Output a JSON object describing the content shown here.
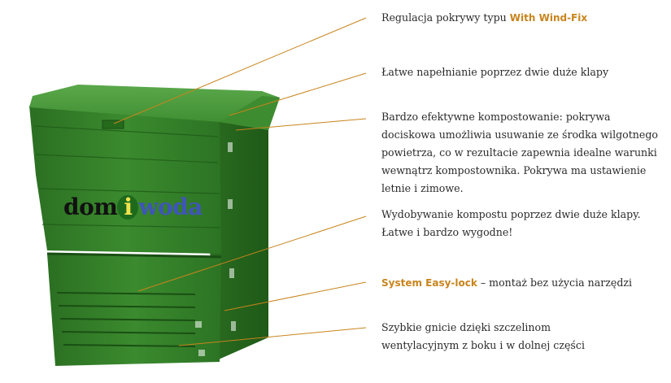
{
  "logo": {
    "part1": "dom",
    "part2": "i",
    "part3": "woda",
    "colors": {
      "part1": "#111111",
      "part2": "#f2e24c",
      "part3": "#3f55b8"
    }
  },
  "features": [
    {
      "text": "Regulacja pokrywy typu ",
      "highlight": "With Wind-Fix",
      "after": ""
    },
    {
      "text": "Łatwe napełnianie poprzez dwie duże klapy",
      "highlight": "",
      "after": ""
    },
    {
      "text": "Bardzo efektywne kompostowanie: pokrywa dociskowa umożliwia usuwanie ze środka wilgotnego powietrza, co w rezultacie zapewnia idealne warunki wewnątrz kompostownika. Pokrywa ma ustawienie letnie i zimowe.",
      "highlight": "",
      "after": ""
    },
    {
      "text": "Wydobywanie kompostu poprzez dwie duże klapy. Łatwe i bardzo wygodne!",
      "highlight": "",
      "after": ""
    },
    {
      "text": "",
      "highlight": "System Easy-lock",
      "after": " – montaż bez użycia narzędzi"
    },
    {
      "text": "Szybkie gnicie dzięki szczelinom wentylacyjnym z boku i w dolnej części",
      "highlight": "",
      "after": ""
    }
  ],
  "colors": {
    "highlight": "#c8841c",
    "leader_line": "#c8841c",
    "bin_green": "#2f7a24",
    "bin_green_dark": "#1f5a18",
    "bin_green_light": "#4b9a3a"
  },
  "icons": {
    "bin": "compost-bin-illustration"
  }
}
